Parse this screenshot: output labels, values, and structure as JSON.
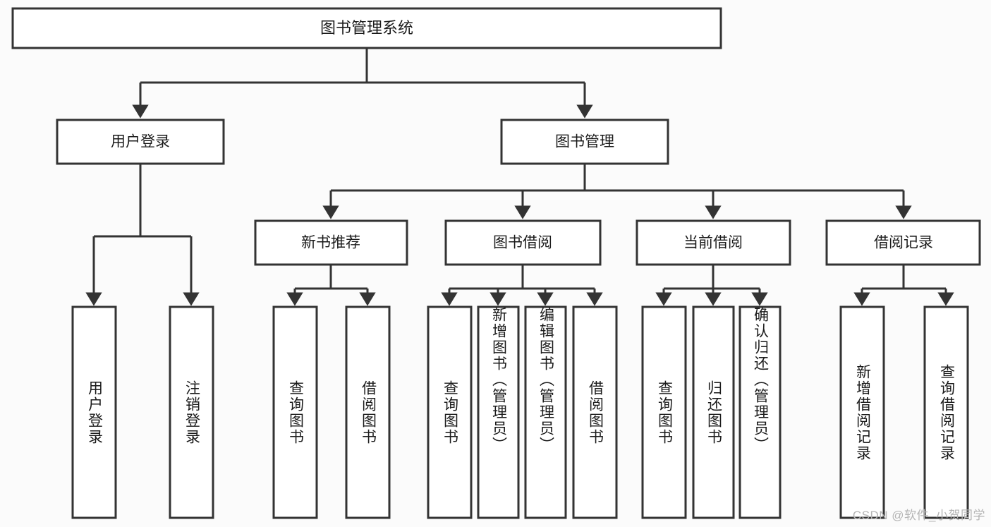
{
  "diagram": {
    "type": "tree",
    "title": "图书管理系统",
    "watermark": "CSDN @软件_小贺同学",
    "colors": {
      "background": "#fbfbfb",
      "box_fill": "#ffffff",
      "box_stroke": "#333333",
      "text": "#1b1b1b",
      "watermark": "#b4b4b4"
    },
    "levels": {
      "root": "图书管理系统",
      "level2": [
        "用户登录",
        "图书管理"
      ],
      "level3": [
        "新书推荐",
        "图书借阅",
        "当前借阅",
        "借阅记录"
      ]
    },
    "nodes": {
      "root": {
        "label": "图书管理系统"
      },
      "user_login": {
        "label": "用户登录"
      },
      "book_manage": {
        "label": "图书管理"
      },
      "new_book_rec": {
        "label": "新书推荐"
      },
      "book_borrow": {
        "label": "图书借阅"
      },
      "current_borrow": {
        "label": "当前借阅"
      },
      "borrow_record": {
        "label": "借阅记录"
      }
    },
    "leaves": {
      "user_login": [
        "用户登录",
        "注销登录"
      ],
      "new_book_rec": [
        "查询图书",
        "借阅图书"
      ],
      "book_borrow": [
        "查询图书",
        "新增图书（管理员）",
        "编辑图书（管理员）",
        "借阅图书"
      ],
      "current_borrow": [
        "查询图书",
        "归还图书",
        "确认归还（管理员）"
      ],
      "borrow_record": [
        "新增借阅记录",
        "查询借阅记录"
      ]
    }
  }
}
